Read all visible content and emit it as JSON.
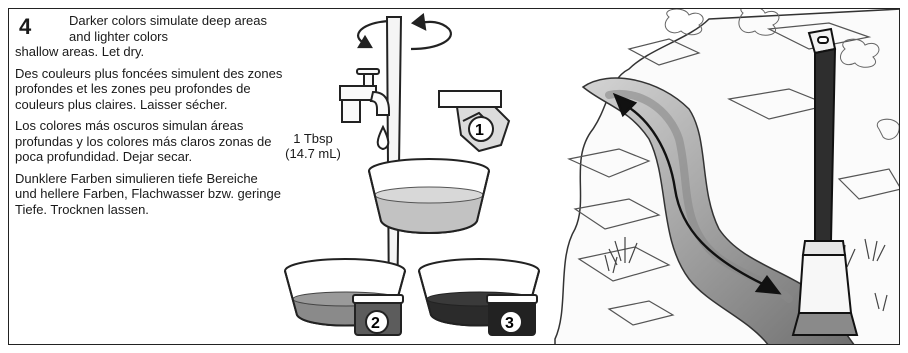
{
  "step": {
    "number": "4",
    "en_lead": "Darker colors simulate deep areas and lighter colors",
    "en_cont": "shallow areas. Let dry.",
    "fr": "Des couleurs plus foncées simulent des zones profondes et les zones peu profondes de couleurs plus claires. Laisser sécher.",
    "es": "Los colores más oscuros simulan áreas profundas y los colores más claros zonas de poca profundidad. Dejar secar.",
    "de": "Dunklere Farben simulieren tiefe Bereiche und hellere Farben, Flachwasser bzw. geringe Tiefe. Trocknen lassen."
  },
  "illustration": {
    "measure_line1": "1 Tbsp",
    "measure_line2": "(14.7 mL)",
    "packet_1": "1",
    "cup_2": "2",
    "cup_3": "3",
    "colors": {
      "dark_paint": "#2b2b2b",
      "mid_paint": "#7d7d7d",
      "light_paint": "#c9c9c9",
      "line": "#222222"
    }
  }
}
